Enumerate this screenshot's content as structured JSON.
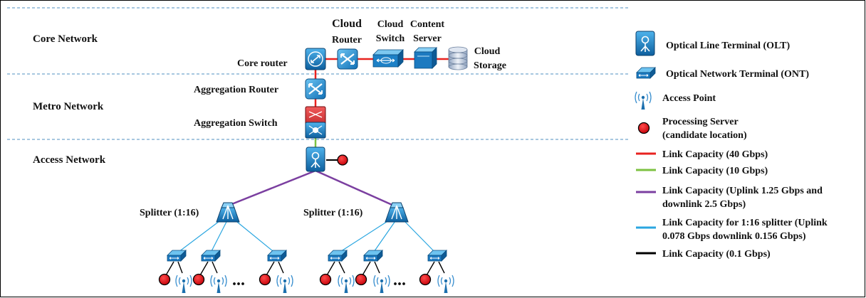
{
  "sections": {
    "core": "Core Network",
    "metro": "Metro Network",
    "access": "Access Network"
  },
  "nodes": {
    "core_router": "Core router",
    "cloud_router_1": "Cloud",
    "cloud_router_2": "Router",
    "cloud_switch_1": "Cloud",
    "cloud_switch_2": "Switch",
    "content_server_1": "Content",
    "content_server_2": "Server",
    "cloud_storage_1": "Cloud",
    "cloud_storage_2": "Storage",
    "aggregation_router": "Aggregation Router",
    "aggregation_switch": "Aggregation Switch",
    "splitter_left": "Splitter (1:16)",
    "splitter_right": "Splitter (1:16)",
    "ellipsis": "..."
  },
  "legend": [
    {
      "icon": "olt-icon",
      "text": [
        "Optical Line Terminal (OLT)"
      ]
    },
    {
      "icon": "ont-icon",
      "text": [
        "Optical Network Terminal (ONT)"
      ]
    },
    {
      "icon": "access-point-icon",
      "text": [
        "Access Point"
      ]
    },
    {
      "icon": "processing-server-icon",
      "text": [
        "Processing Server",
        "(candidate location)"
      ]
    },
    {
      "icon": "line",
      "color": "#e8221f",
      "text": [
        "Link Capacity (40 Gbps)"
      ]
    },
    {
      "icon": "line",
      "color": "#7dc242",
      "text": [
        "Link Capacity (10 Gbps)"
      ]
    },
    {
      "icon": "line",
      "color": "#7b3fa0",
      "text": [
        "Link Capacity (Uplink 1.25 Gbps and",
        "downlink 2.5 Gbps)"
      ]
    },
    {
      "icon": "line",
      "color": "#2aa6e0",
      "text": [
        "Link Capacity for 1:16 splitter (Uplink",
        "0.078 Gbps downlink 0.156 Gbps)"
      ]
    },
    {
      "icon": "line",
      "color": "#000000",
      "text": [
        "Link Capacity (0.1 Gbps)"
      ]
    }
  ],
  "colors": {
    "link_40g": "#e8221f",
    "link_10g": "#7dc242",
    "link_pon": "#7b3fa0",
    "link_split": "#2aa6e0",
    "link_01g": "#000000",
    "device_blue": "#1b7cc4",
    "server_red": "#e30613"
  }
}
